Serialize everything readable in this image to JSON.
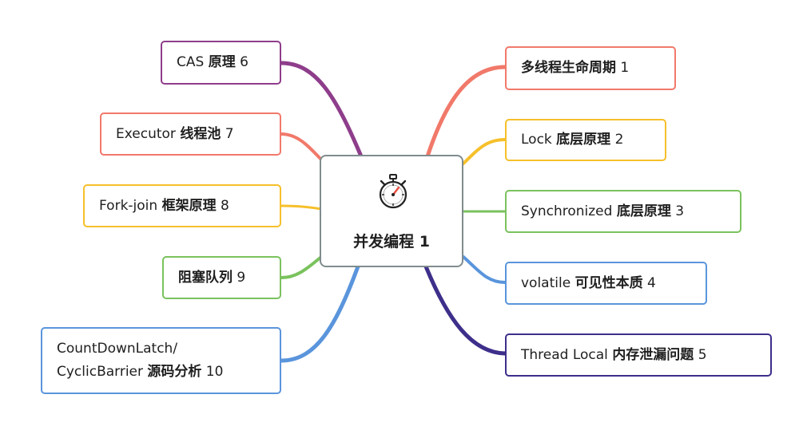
{
  "center": {
    "title": "并发编程 1",
    "icon": "stopwatch-icon"
  },
  "topics": [
    {
      "id": "lifecycle",
      "text": "多线程生命周期",
      "bold": true,
      "suffix": " 1",
      "color": "#f1796a"
    },
    {
      "id": "lock",
      "text": "Lock ",
      "bold": false,
      "bold_part": "底层原理",
      "suffix": " 2",
      "color": "#f6c02b"
    },
    {
      "id": "synchronized",
      "text": "Synchronized ",
      "bold": false,
      "bold_part": "底层原理",
      "suffix": " 3",
      "color": "#7ac25d"
    },
    {
      "id": "volatile",
      "text": "volatile ",
      "bold": false,
      "bold_part": "可见性本质",
      "suffix": " 4",
      "color": "#5a95dc"
    },
    {
      "id": "threadlocal",
      "text": "Thread Local ",
      "bold": false,
      "bold_part": "内存泄漏问题",
      "suffix": " 5",
      "color": "#3d2f8a"
    },
    {
      "id": "cas",
      "text": "CAS ",
      "bold": false,
      "bold_part": "原理",
      "suffix": " 6",
      "color": "#8e3d8b"
    },
    {
      "id": "executor",
      "text": "Executor ",
      "bold": false,
      "bold_part": "线程池",
      "suffix": " 7",
      "color": "#f1796a"
    },
    {
      "id": "forkjoin",
      "text": "Fork-join ",
      "bold": false,
      "bold_part": "框架原理",
      "suffix": " 8",
      "color": "#f6c02b"
    },
    {
      "id": "blockingqueue",
      "text": "阻塞队列",
      "bold": true,
      "suffix": " 9",
      "color": "#7ac25d"
    },
    {
      "id": "countdown",
      "line1": "CountDownLatch/",
      "text": "CyclicBarrier ",
      "bold": false,
      "bold_part": "源码分析",
      "suffix": " 10",
      "color": "#5a95dc"
    }
  ]
}
